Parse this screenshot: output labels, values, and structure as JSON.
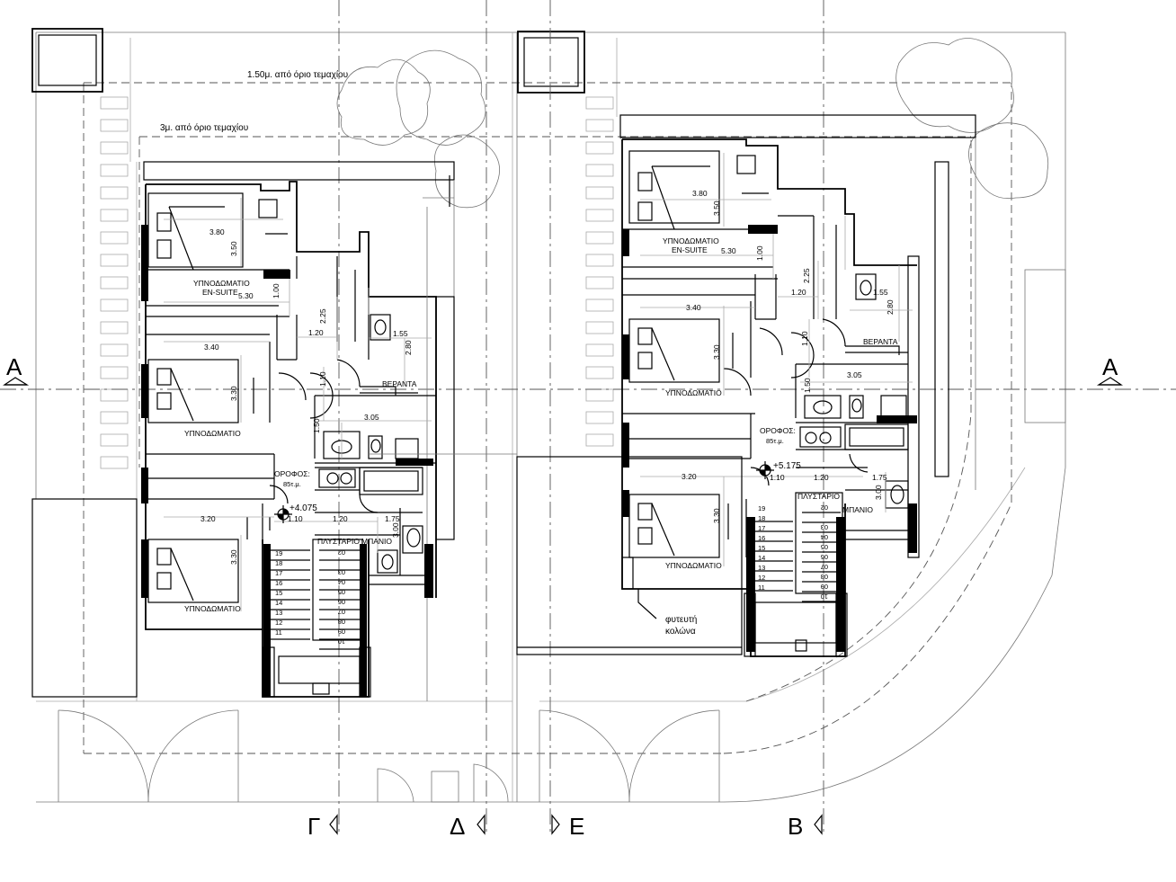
{
  "setback_labels": {
    "outer": "1.50μ. από όριο τεμαχίου",
    "inner": "3μ. από όριο τεμαχίου"
  },
  "section_markers": {
    "a_left": "Α",
    "a_right": "Α",
    "g": "Γ",
    "d": "Δ",
    "e": "Ε",
    "b": "Β"
  },
  "left_house": {
    "bedroom_ensuite": "ΥΠΝΟΔΩΜΑΤΙΟ",
    "ensuite_suffix": "EN-SUITE",
    "bedroom2": "ΥΠΝΟΔΩΜΑΤΙΟ",
    "bedroom3": "ΥΠΝΟΔΩΜΑΤΙΟ",
    "veranda": "ΒΕΡΑΝΤΑ",
    "laundry": "ΠΛΥΣΤΑΡΙΟ",
    "bath": "ΜΠΑΝΙΟ",
    "floor_label": "ΟΡΟΦΟΣ:",
    "floor_area": "85τ.μ.",
    "level": "+4.075",
    "dims": {
      "d380": "3.80",
      "d350": "3.50",
      "d530": "5.30",
      "d100": "1.00",
      "d225": "2.25",
      "d120a": "1.20",
      "d155": "1.55",
      "d280": "2.80",
      "d340": "3.40",
      "d330a": "3.30",
      "d110a": "1.10",
      "d305": "3.05",
      "d150": "1.50",
      "d320": "3.20",
      "d330b": "3.30",
      "d110b": "1.10",
      "d120b": "1.20",
      "d175": "1.75",
      "d300": "3.00"
    },
    "stairs_left": [
      "19",
      "18",
      "17",
      "16",
      "15",
      "14",
      "13",
      "12",
      "11"
    ],
    "stairs_right": [
      "02",
      "03",
      "04",
      "05",
      "06",
      "07",
      "08",
      "09",
      "10"
    ]
  },
  "right_house": {
    "bedroom_ensuite": "ΥΠΝΟΔΩΜΑΤΙΟ",
    "ensuite_suffix": "EN-SUITE",
    "bedroom2": "ΥΠΝΟΔΩΜΑΤΙΟ",
    "bedroom3": "ΥΠΝΟΔΩΜΑΤΙΟ",
    "veranda": "ΒΕΡΑΝΤΑ",
    "laundry": "ΠΛΥΣΤΑΡΙΟ",
    "bath": "ΜΠΑΝΙΟ",
    "floor_label": "ΟΡΟΦΟΣ:",
    "floor_area": "85τ.μ.",
    "level": "+5.175",
    "planter_l1": "φυτευτή",
    "planter_l2": "κολώνα",
    "dims": {
      "d380": "3.80",
      "d350": "3.50",
      "d530": "5.30",
      "d100": "1.00",
      "d225": "2.25",
      "d120a": "1.20",
      "d155": "1.55",
      "d280": "2.80",
      "d340": "3.40",
      "d330a": "3.30",
      "d110a": "1.10",
      "d305": "3.05",
      "d150": "1.50",
      "d320": "3.20",
      "d330b": "3.30",
      "d110b": "1.10",
      "d120b": "1.20",
      "d175": "1.75",
      "d300": "3.00"
    },
    "stairs_left": [
      "19",
      "18",
      "17",
      "16",
      "15",
      "14",
      "13",
      "12",
      "11"
    ],
    "stairs_right": [
      "02",
      "03",
      "04",
      "05",
      "06",
      "07",
      "08",
      "09",
      "10"
    ]
  }
}
